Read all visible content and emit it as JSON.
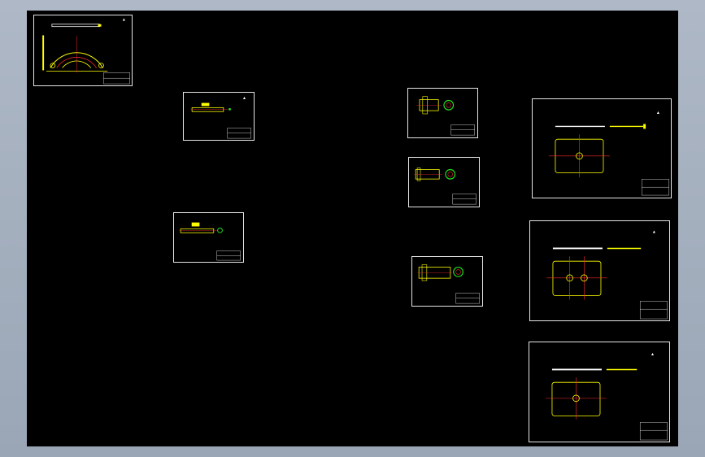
{
  "app": {
    "title": ""
  },
  "colors": {
    "background": "#000000",
    "frame": "#e6e6e6",
    "part": "#ffff00",
    "centerline": "#ff2a2a",
    "green": "#22dd22",
    "text": "#ffffff"
  },
  "sheets": [
    {
      "id": "sheet-arc-bracket",
      "type": "arc"
    },
    {
      "id": "sheet-long-part-1",
      "type": "long"
    },
    {
      "id": "sheet-long-part-2",
      "type": "long"
    },
    {
      "id": "sheet-shaft-1",
      "type": "shaft"
    },
    {
      "id": "sheet-shaft-2",
      "type": "shaft"
    },
    {
      "id": "sheet-shaft-3",
      "type": "shaft"
    },
    {
      "id": "sheet-plate-1",
      "type": "plate1"
    },
    {
      "id": "sheet-plate-2",
      "type": "plate2"
    },
    {
      "id": "sheet-plate-3",
      "type": "plate1"
    }
  ]
}
